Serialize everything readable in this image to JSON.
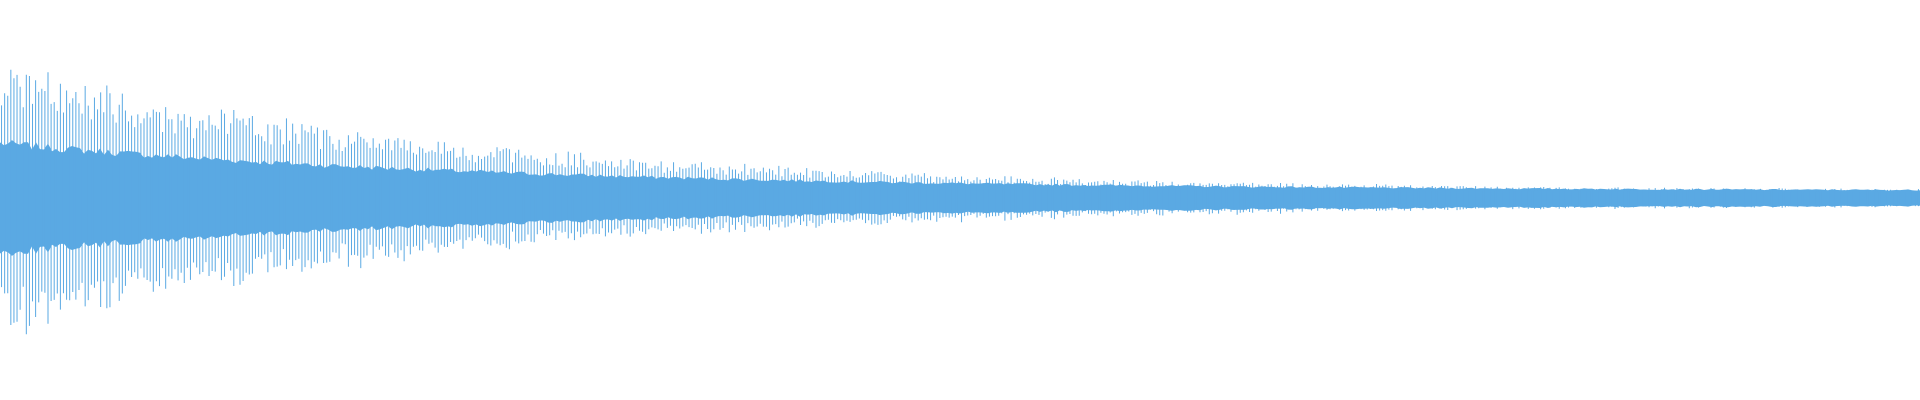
{
  "waveform": {
    "color": "#5aa9e3",
    "background": "#ffffff",
    "shape": "decaying-oscillation",
    "envelope": {
      "peak_amplitude": 1.0,
      "body_amplitude": 0.37,
      "tail_amplitude": 0.05,
      "decay_knee_fraction": 0.42
    },
    "cycles": 620,
    "noise_seed": 7
  }
}
